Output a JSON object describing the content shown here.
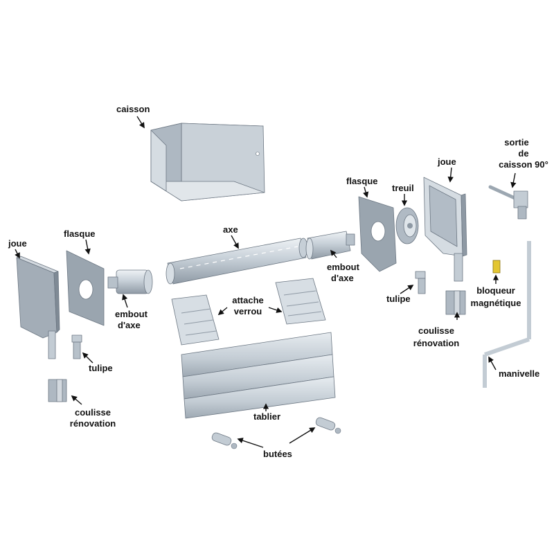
{
  "labels": {
    "caisson": "caisson",
    "sortie_1": "sortie",
    "sortie_2": "de",
    "sortie_3": "caisson 90°",
    "joue_right": "joue",
    "flasque_right": "flasque",
    "treuil": "treuil",
    "joue_left": "joue",
    "flasque_left": "flasque",
    "axe": "axe",
    "embout_right_1": "embout",
    "embout_right_2": "d'axe",
    "embout_left_1": "embout",
    "embout_left_2": "d'axe",
    "bloqueur_1": "bloqueur",
    "bloqueur_2": "magnétique",
    "attache_1": "attache",
    "attache_2": "verrou",
    "tulipe_right": "tulipe",
    "tulipe_left": "tulipe",
    "coulisse_right_1": "coulisse",
    "coulisse_right_2": "rénovation",
    "coulisse_left_1": "coulisse",
    "coulisse_left_2": "rénovation",
    "manivelle": "manivelle",
    "tablier": "tablier",
    "butees": "butées"
  },
  "colors": {
    "metal_light": "#dfe5ea",
    "metal_mid": "#b9c3cc",
    "metal_dark": "#8e99a4",
    "panel": "#a3adb7",
    "accent_yellow": "#e3c632",
    "text": "#111111"
  }
}
